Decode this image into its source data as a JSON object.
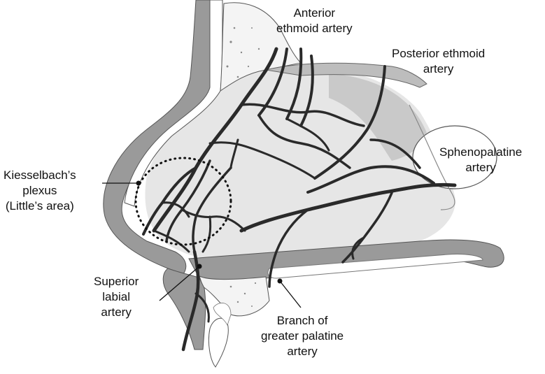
{
  "labels": {
    "anterior_ethmoid": [
      "Anterior",
      "ethmoid artery"
    ],
    "posterior_ethmoid": [
      "Posterior ethmoid",
      "artery"
    ],
    "sphenopalatine": [
      "Sphenopalatine",
      "artery"
    ],
    "kiesselbach": [
      "Kiesselbach’s",
      "plexus",
      "(Little’s area)"
    ],
    "superior_labial": [
      "Superior",
      "labial",
      "artery"
    ],
    "greater_palatine": [
      "Branch of",
      "greater palatine",
      "artery"
    ]
  },
  "colors": {
    "bone_fill": "#9a9a9a",
    "mucosa_fill": "#dcdcdc",
    "artery_stroke": "#2a2a2a",
    "outline": "#555555",
    "plexus_circle": "#111111"
  }
}
